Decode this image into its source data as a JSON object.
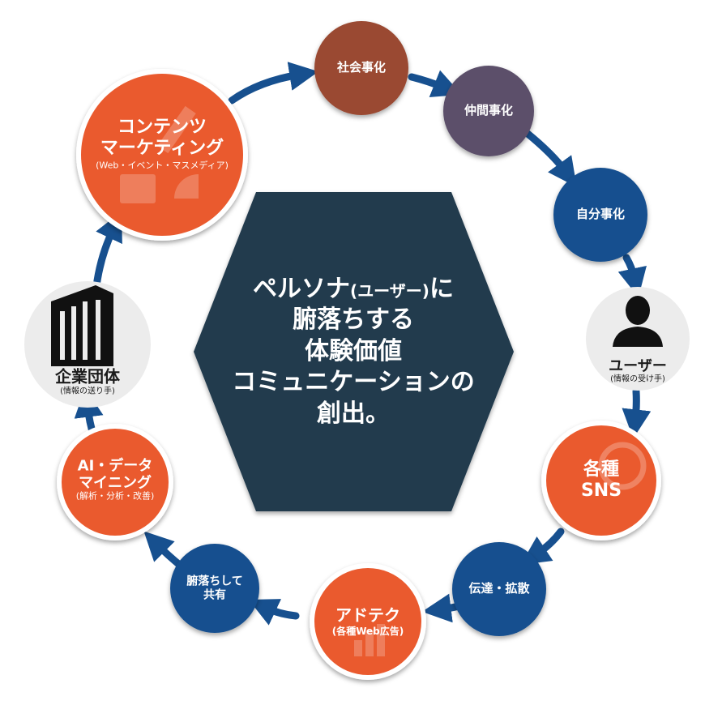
{
  "center": {
    "line1a": "ペルソナ",
    "line1b": "(ユーザー)",
    "line1c": "に",
    "line2": "腑落ちする",
    "line3": "体験価値",
    "line4": "コミュニケーションの",
    "line5": "創出。"
  },
  "nodes": {
    "shakai": "社会事化",
    "nakama": "仲間事化",
    "jibun": "自分事化",
    "user": {
      "title": "ユーザー",
      "sub": "(情報の受け手)"
    },
    "sns": {
      "line1": "各種",
      "line2": "SNS"
    },
    "dentatsu": "伝達・拡散",
    "adtech": {
      "title": "アドテク",
      "sub": "(各種Web広告)"
    },
    "fuochi": {
      "line1": "腑落ちして",
      "line2": "共有"
    },
    "ai": {
      "line1": "AI・データ",
      "line2": "マイニング",
      "sub": "(解析・分析・改善)"
    },
    "kigyou": {
      "title": "企業団体",
      "sub": "(情報の送り手)"
    },
    "content": {
      "line1": "コンテンツ",
      "line2": "マーケティング",
      "sub": "(Web・イベント・マスメディア)"
    }
  },
  "colors": {
    "orange": "#ea5a2e",
    "blue": "#17508f",
    "brown": "#9a4a33",
    "purple": "#5b506a",
    "navy": "#203a4e",
    "gray": "#ececec"
  },
  "icons": {
    "user": "person-silhouette-icon",
    "kigyou": "building-icon"
  }
}
